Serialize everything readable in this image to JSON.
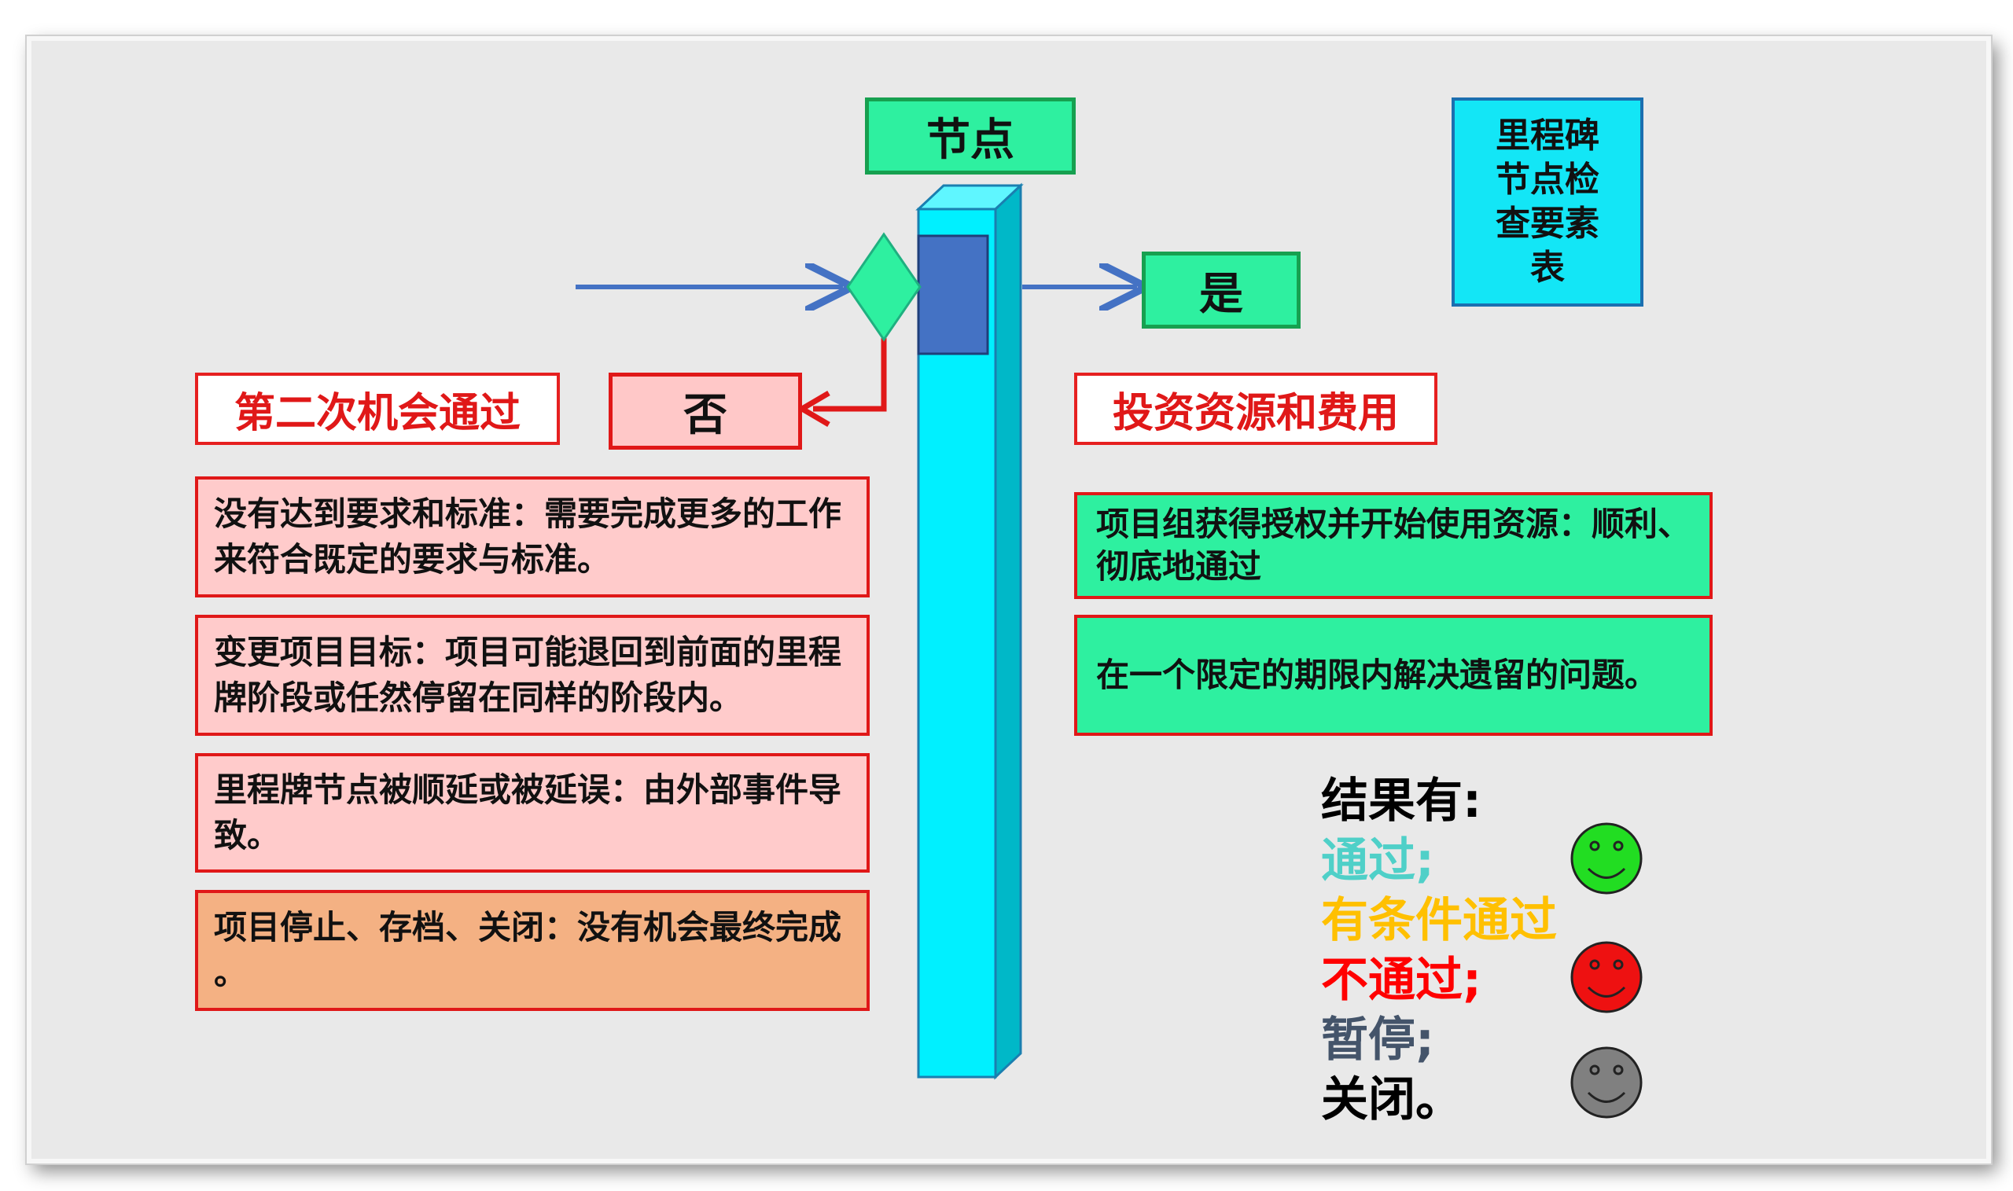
{
  "diagram": {
    "node_title": "节点",
    "yes_label": "是",
    "no_label": "否",
    "checklist_title": "里程碑节点检查要素表",
    "checklist_lines": [
      "里程碑",
      "节点检",
      "查要素",
      "表"
    ],
    "second_chance_label": "第二次机会通过",
    "invest_label": "投资资源和费用",
    "fail_items": [
      "没有达到要求和标准：需要完成更多的工作来符合既定的要求与标准。",
      "变更项目目标：项目可能退回到前面的里程牌阶段或任然停留在同样的阶段内。",
      "里程牌节点被顺延或被延误：由外部事件导致。",
      "项目停止、存档、关闭：没有机会最终完成 。"
    ],
    "pass_items": [
      "项目组获得授权并开始使用资源：顺利、彻底地通过",
      "在一个限定的期限内解决遗留的问题。"
    ],
    "results": {
      "title": "结果有:",
      "items": [
        {
          "text": "通过;",
          "color": "#4fd0c8"
        },
        {
          "text": "有条件通过",
          "color": "#ffc000"
        },
        {
          "text": "不通过;",
          "color": "#ff0000"
        },
        {
          "text": "暂停;",
          "color": "#44546a"
        },
        {
          "text": "关闭。",
          "color": "#000000"
        }
      ]
    },
    "colors": {
      "arrow_blue": "#4472c4",
      "arrow_red": "#e01818",
      "column_cyan": "#00f0ff",
      "column_marker": "#4472c4",
      "diamond": "#2ef0a0",
      "smiley_green": "#22dd22",
      "smiley_red": "#ee1111",
      "smiley_gray": "#808080"
    },
    "icons": [
      "decision-diamond-icon",
      "smiley-green-icon",
      "smiley-red-icon",
      "smiley-gray-icon"
    ]
  }
}
